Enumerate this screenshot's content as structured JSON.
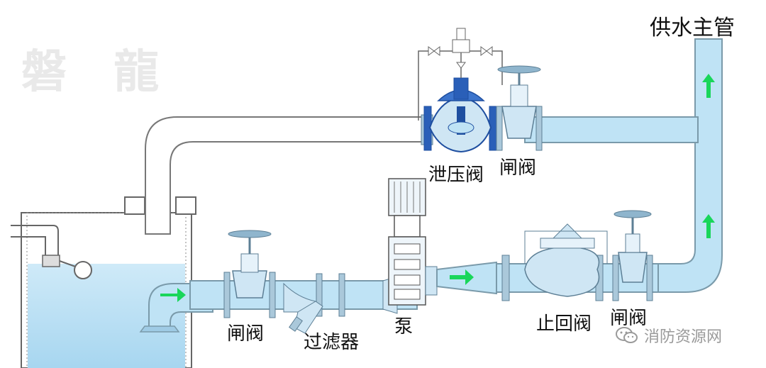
{
  "watermark": "磐 龍",
  "labels": {
    "main_supply": "供水主管",
    "relief_valve": "泄压阀",
    "gate_valve_top": "闸阀",
    "pump": "泵",
    "gate_valve_left": "闸阀",
    "strainer": "过滤器",
    "check_valve": "止回阀",
    "gate_valve_right": "闸阀"
  },
  "footer": {
    "brand": "消防资源网",
    "icon": "wechat-icon"
  },
  "colors": {
    "water": "#bfe3f5",
    "pipe_stroke": "#7a9aaa",
    "valve_blue": "#1f4fa0",
    "arrow": "#19d65a"
  }
}
